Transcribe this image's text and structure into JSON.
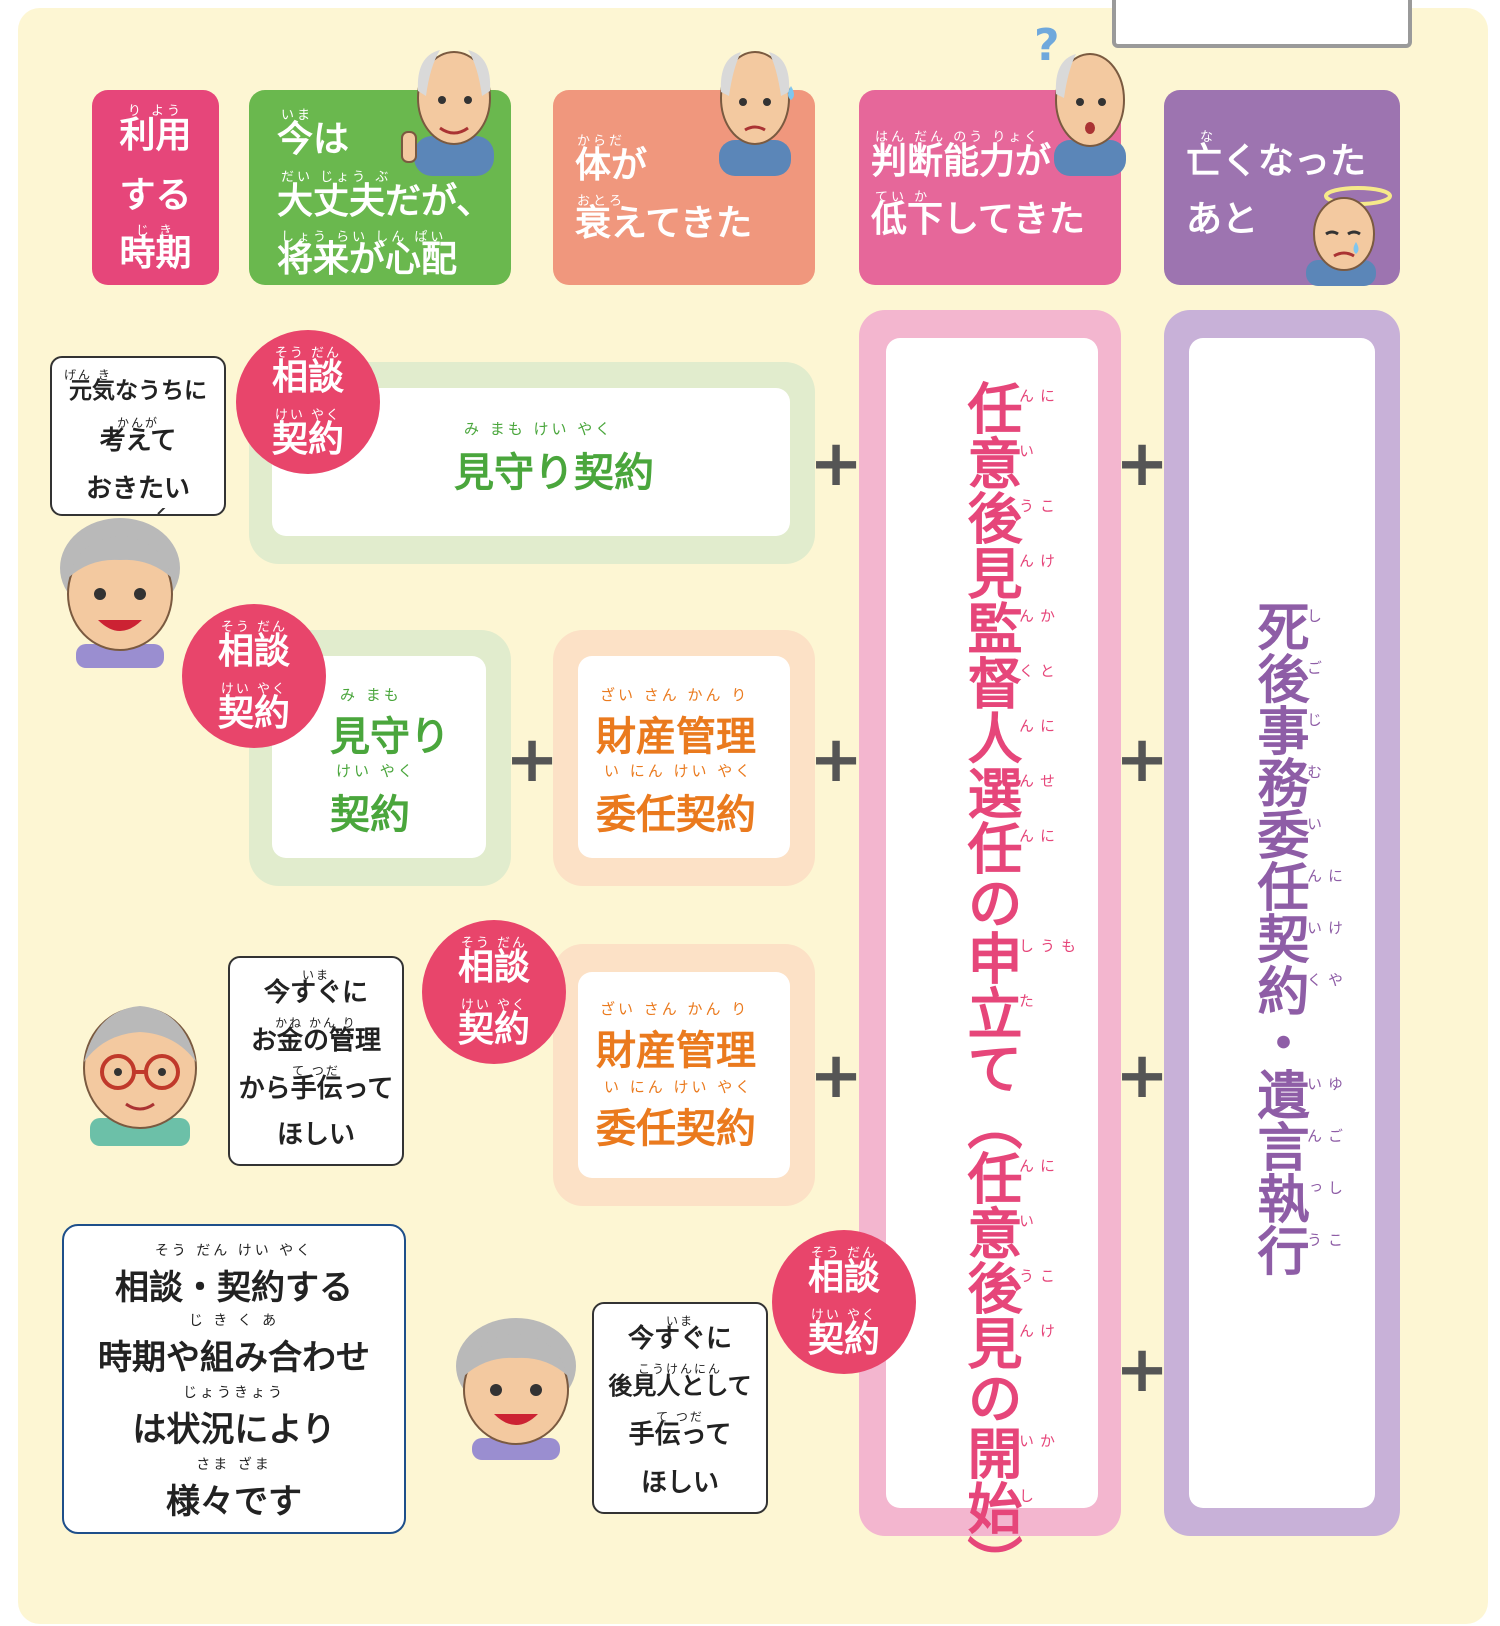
{
  "headers": [
    {
      "ruby": [
        "り よう",
        "",
        "じ き"
      ],
      "lines": [
        "利用",
        "する",
        "時期"
      ],
      "color": "#e6467a"
    },
    {
      "ruby": [
        "いま",
        "だい じょう  ぶ",
        "しょう らい      しん ぱい"
      ],
      "lines": [
        "今は",
        "大丈夫だが、",
        "将来が心配"
      ],
      "color": "#6ab84e"
    },
    {
      "ruby": [
        "からだ",
        "おとろ"
      ],
      "lines": [
        "体が",
        "衰えてきた"
      ],
      "color": "#f0977d"
    },
    {
      "ruby": [
        "はん だん のう りょく",
        "てい  か"
      ],
      "lines": [
        "判断能力が",
        "低下してきた"
      ],
      "color": "#e6679a"
    },
    {
      "ruby": [
        "な",
        ""
      ],
      "lines": [
        "亡くなった",
        "あと"
      ],
      "color": "#9d74b0"
    }
  ],
  "consult_badge": {
    "ruby_top": "そう だん",
    "top": "相談",
    "ruby_bottom": "けい やく",
    "bottom": "契約"
  },
  "row1": {
    "ruby": "み   まも          けい やく",
    "label": "見守り契約"
  },
  "row2": {
    "watch": {
      "ruby1": "み   まも",
      "line1": "見守り",
      "ruby2": "けい やく",
      "line2": "契約"
    },
    "asset": {
      "ruby1": "ざい さん かん  り",
      "line1": "財産管理",
      "ruby2": "い   にん けい やく",
      "line2": "委任契約"
    }
  },
  "row3": {
    "asset": {
      "ruby1": "ざい さん かん  り",
      "line1": "財産管理",
      "ruby2": "い   にん けい やく",
      "line2": "委任契約"
    }
  },
  "plus_sign": "+",
  "guardian_column": {
    "text": "任意後見監督人選任の申立て（任意後見の開始）",
    "ruby": [
      "にん",
      "い",
      "こう",
      "けん",
      "かん",
      "とく",
      "にん",
      "せん",
      "にん",
      "",
      "もうし",
      "た",
      "",
      "",
      "にん",
      "い",
      "こう",
      "けん",
      "",
      "かい",
      "し"
    ],
    "color": "#e6467a"
  },
  "posthumous_column": {
    "text": "死後事務委任契約・遺言執行",
    "ruby": [
      "し",
      "ご",
      "じ",
      "む",
      "い",
      "にん",
      "けい",
      "やく",
      "",
      "ゆい",
      "ごん",
      "しっ",
      "こう"
    ],
    "color": "#8e5da6"
  },
  "bubbles": {
    "b1": {
      "ruby": [
        "げん き",
        "かんが",
        ""
      ],
      "lines": [
        "元気なうちに",
        "考えて",
        "おきたい"
      ]
    },
    "b2": {
      "ruby": [
        "いま",
        "かね      かん  り",
        "て つだ",
        ""
      ],
      "lines": [
        "今すぐに",
        "お金の管理",
        "から手伝って",
        "ほしい"
      ]
    },
    "b3": {
      "ruby": [
        "いま",
        "こうけんにん",
        "て つだ",
        ""
      ],
      "lines": [
        "今すぐに",
        "後見人として",
        "手伝って",
        "ほしい"
      ]
    }
  },
  "note": {
    "ruby": [
      "そう だん         けい やく",
      "じ  き          く       あ",
      "じょうきょう",
      "さま ざま"
    ],
    "lines": [
      "相談・契約する",
      "時期や組み合わせ",
      "は状況により",
      "様々です"
    ]
  },
  "colors": {
    "background": "#fdf6d3",
    "green": "#4aa63c",
    "orange": "#ea7a1e",
    "pink": "#e6467a",
    "purple": "#8e5da6"
  }
}
